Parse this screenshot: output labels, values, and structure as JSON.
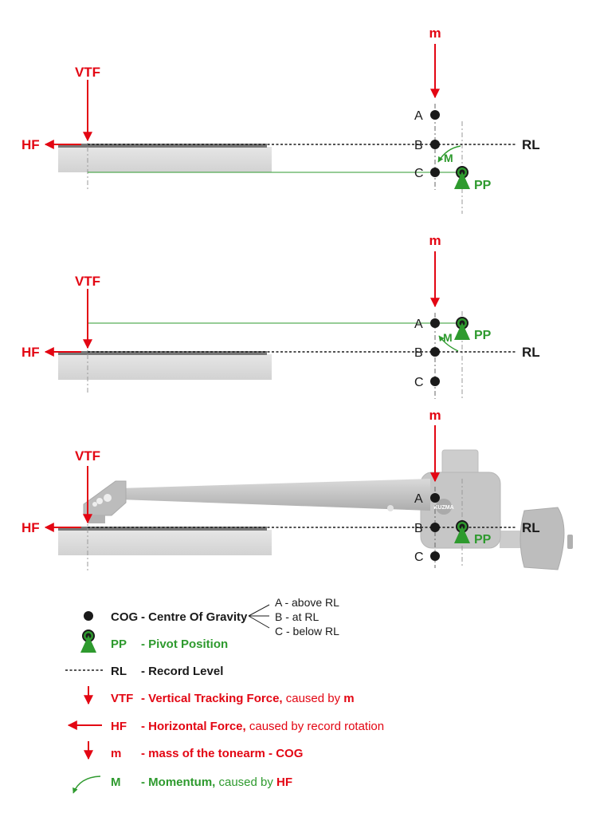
{
  "labels": {
    "m": "m",
    "vtf": "VTF",
    "hf": "HF",
    "rl": "RL",
    "pp": "PP",
    "mom": "M",
    "a": "A",
    "b": "B",
    "c": "C",
    "logo": "KUZMA"
  },
  "legend": {
    "cog_abbr": "COG",
    "cog_desc": "- Centre Of Gravity",
    "cog_a": "A - above RL",
    "cog_b": "B - at RL",
    "cog_c": "C - below RL",
    "pp_abbr": "PP",
    "pp_desc": "- Pivot Position",
    "rl_abbr": "RL",
    "rl_desc": "- Record Level",
    "vtf_abbr": "VTF",
    "vtf_desc": "- Vertical Tracking Force,",
    "vtf_cause": " caused by ",
    "vtf_cause_key": "m",
    "hf_abbr": "HF",
    "hf_desc": "- Horizontal Force,",
    "hf_cause": " caused by record rotation",
    "m_abbr": "m",
    "m_desc": "- mass of the tonearm - COG",
    "mom_abbr": "M",
    "mom_desc": "- Momentum,",
    "mom_cause": " caused by ",
    "mom_cause_key": "HF"
  },
  "colors": {
    "red": "#e30613",
    "green": "#2e9a2e",
    "black": "#1a1a1a",
    "grey": "#c8c8c8"
  }
}
